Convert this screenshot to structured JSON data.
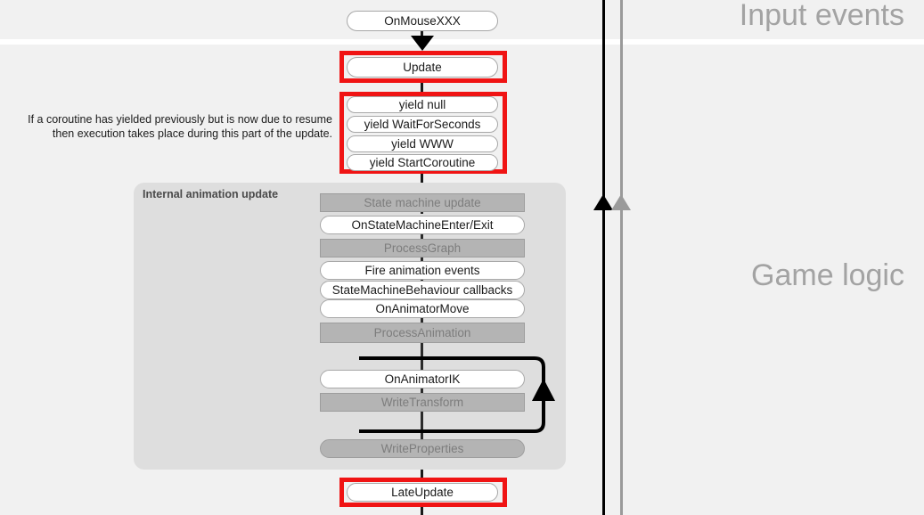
{
  "page": {
    "title": "Unity script lifecycle flowchart segment",
    "bg_color": "#f1f1f1"
  },
  "sections": [
    {
      "id": "input-events",
      "label": "Input events",
      "color": "#a3a3a3"
    },
    {
      "id": "game-logic",
      "label": "Game logic",
      "color": "#a3a3a3"
    }
  ],
  "annotation": {
    "text": "If a coroutine has yielded previously but is now due to resume then execution takes place during this part of the update."
  },
  "nodes": {
    "on_mouse": {
      "label": "OnMouseXXX",
      "style": "white"
    },
    "update": {
      "label": "Update",
      "style": "white",
      "highlighted": true
    },
    "late_update": {
      "label": "LateUpdate",
      "style": "white",
      "highlighted": true
    }
  },
  "coroutine_group": {
    "highlighted": true,
    "highlight_color": "#f01414",
    "items": [
      {
        "label": "yield null",
        "style": "white"
      },
      {
        "label": "yield WaitForSeconds",
        "style": "white"
      },
      {
        "label": "yield WWW",
        "style": "white"
      },
      {
        "label": "yield StartCoroutine",
        "style": "white"
      }
    ]
  },
  "animation_panel": {
    "title": "Internal animation update",
    "bg_color": "#dedede",
    "items": [
      {
        "label": "State machine update",
        "style": "grey",
        "shape": "rect"
      },
      {
        "label": "OnStateMachineEnter/Exit",
        "style": "white",
        "shape": "pill"
      },
      {
        "label": "ProcessGraph",
        "style": "grey",
        "shape": "rect"
      },
      {
        "label": "Fire animation events",
        "style": "white",
        "shape": "pill"
      },
      {
        "label": "StateMachineBehaviour callbacks",
        "style": "white",
        "shape": "pill"
      },
      {
        "label": "OnAnimatorMove",
        "style": "white",
        "shape": "pill"
      },
      {
        "label": "ProcessAnimation",
        "style": "grey",
        "shape": "rect"
      },
      {
        "label": "OnAnimatorIK",
        "style": "white",
        "shape": "pill"
      },
      {
        "label": "WriteTransform",
        "style": "grey",
        "shape": "rect"
      },
      {
        "label": "WriteProperties",
        "style": "grey",
        "shape": "pill"
      }
    ],
    "loop": {
      "name": "ik-loop",
      "direction": "up"
    }
  },
  "timelines": [
    {
      "id": "timeline-black",
      "color": "#000000",
      "arrow": "up"
    },
    {
      "id": "timeline-grey",
      "color": "#9a9a9a",
      "arrow": "up"
    }
  ],
  "colors": {
    "highlight": "#f01414",
    "grey_box": "#b4b4b4",
    "grey_box_text": "#7d7d7d",
    "panel": "#dedede",
    "band": "#f1f1f1",
    "spine": "#1a1a1a"
  }
}
